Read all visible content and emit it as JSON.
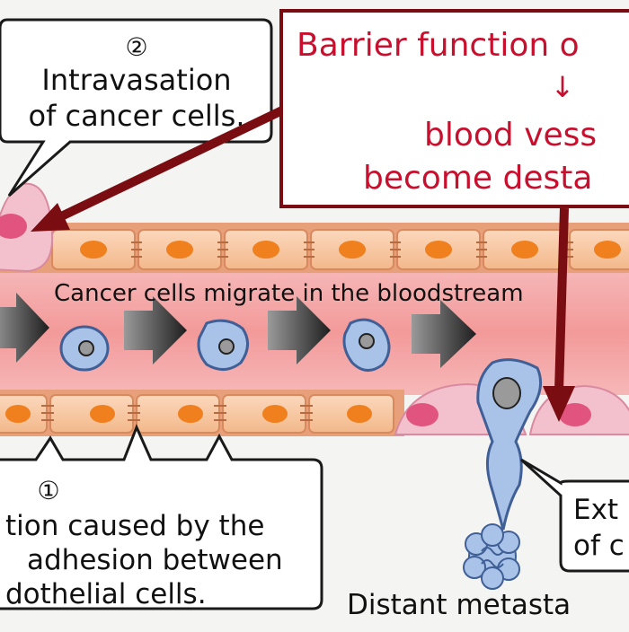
{
  "callouts": {
    "intravasation": {
      "number": "②",
      "line1": "Intravasation",
      "line2": "of cancer cells."
    },
    "barrier": {
      "line1": "Barrier function o",
      "arrow": "↓",
      "line2": "blood vess",
      "line3": "become desta"
    },
    "dissociation": {
      "number": "①",
      "line1": "tion caused by the",
      "line2": "adhesion between",
      "line3": "dothelial cells."
    },
    "extravasation": {
      "line1": "Ext",
      "line2": "of c"
    }
  },
  "vessel": {
    "migration_label": "Cancer cells migrate in the bloodstream"
  },
  "bottom": {
    "metastasis_label": "Distant metasta"
  },
  "colors": {
    "barrier_text": "#c8102e",
    "lumen": "#ef9a9a",
    "endothelial_cell": "#f6c39b",
    "nucleus": "#f07f1e",
    "cancer_cell": "#a9c3e8",
    "arrow_dark": "#7a0d12",
    "pink_cell": "#f3c1cd"
  }
}
